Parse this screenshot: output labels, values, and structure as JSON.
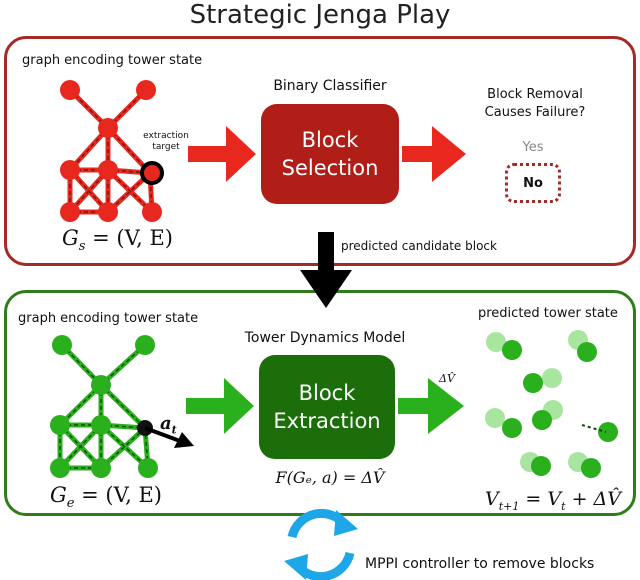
{
  "title": "Strategic Jenga Play",
  "top_panel": {
    "graph_label": "graph encoding tower state",
    "extraction_line1": "extraction",
    "extraction_line2": "target",
    "classifier_label": "Binary Classifier",
    "box_line1": "Block",
    "box_line2": "Selection",
    "question_line1": "Block Removal",
    "question_line2": "Causes Failure?",
    "yes": "Yes",
    "no": "No",
    "formula": "G_s = (V, E)",
    "formula_main": "G",
    "formula_sub": "s",
    "formula_rest": " = (V, E)"
  },
  "between": {
    "label": "predicted candidate block"
  },
  "bottom_panel": {
    "graph_label": "graph encoding tower state",
    "model_label": "Tower Dynamics Model",
    "box_line1": "Block",
    "box_line2": "Extraction",
    "predicted_label": "predicted tower state",
    "delta_label": "ΔV̂",
    "action_main": "a",
    "action_sub": "t",
    "formula_left_main": "G",
    "formula_left_sub": "e",
    "formula_left_rest": " = (V, E)",
    "formula_mid": "F(Gₑ, a) = ΔV̂",
    "formula_right_a": "V",
    "formula_right_a_sub": "t+1",
    "formula_right_b": " = V",
    "formula_right_b_sub": "t",
    "formula_right_c": " + ΔV̂"
  },
  "footer": {
    "mppi_label": "MPPI controller to remove blocks"
  },
  "colors": {
    "red": "#e8281e",
    "dark_red": "#b01e17",
    "red_border": "#a52a24",
    "green": "#29b01c",
    "dark_green": "#1c6e0b",
    "green_border": "#2f7d18",
    "light_green": "#a8e6a0",
    "blue": "#1da6e8"
  },
  "icons": [
    "refresh-cycle-icon",
    "down-arrow-icon",
    "right-arrow-icon",
    "action-arrow-icon"
  ]
}
